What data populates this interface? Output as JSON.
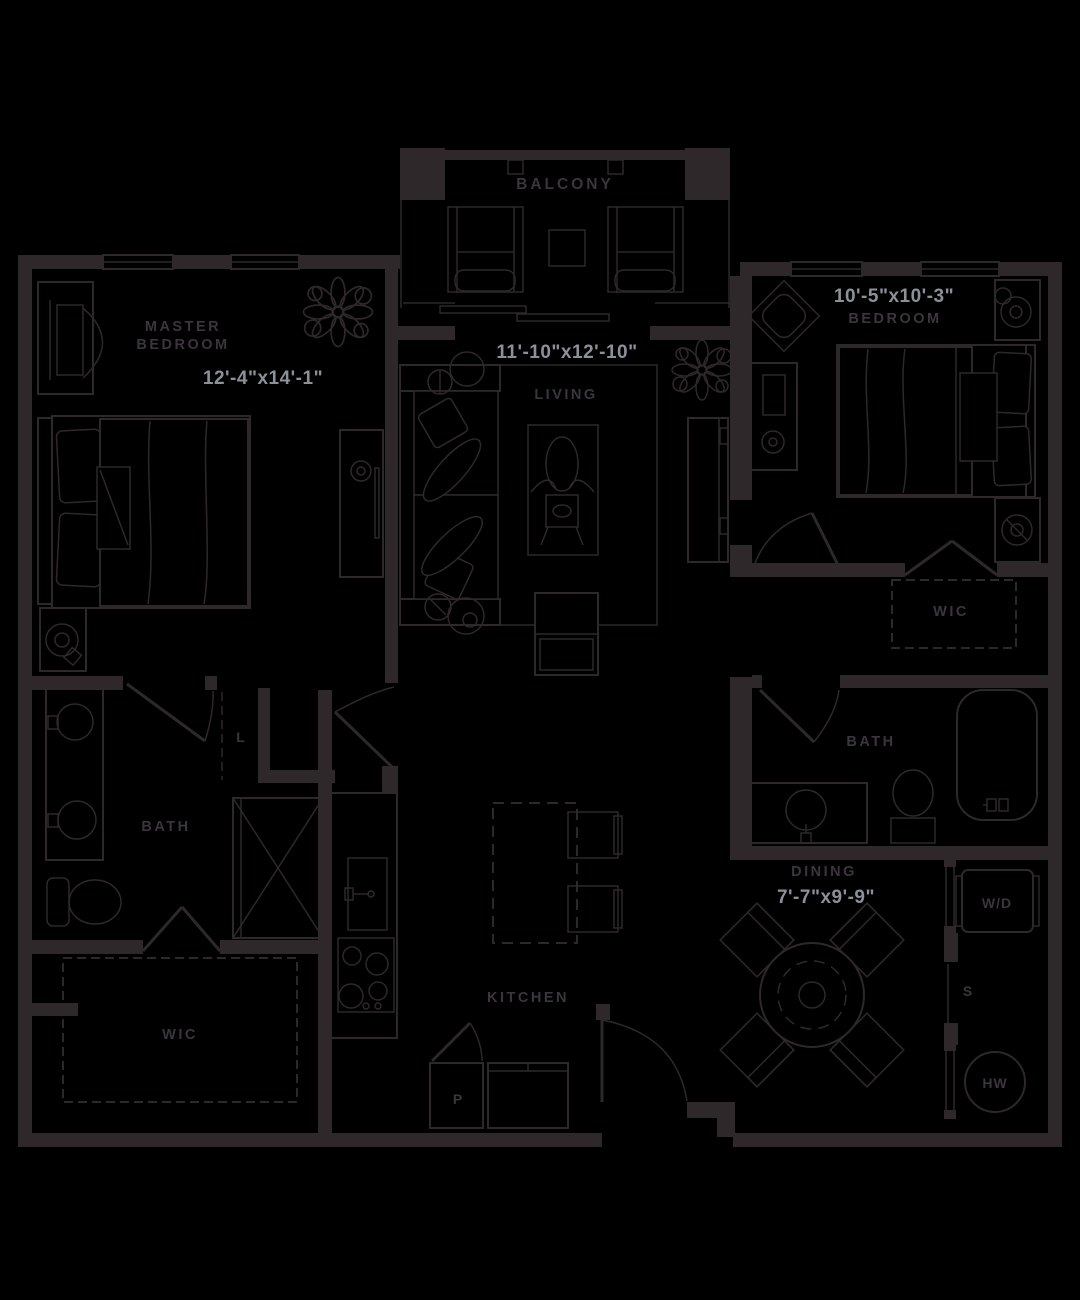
{
  "colors": {
    "background": "#000000",
    "line": "#2e282b",
    "room_label": "#3b353c",
    "dimension_label": "#8b9199"
  },
  "rooms": {
    "balcony": {
      "label": "BALCONY"
    },
    "master_bedroom": {
      "label_line1": "MASTER",
      "label_line2": "BEDROOM",
      "dimensions": "12'-4\"x14'-1\""
    },
    "living": {
      "label": "LIVING",
      "dimensions": "11'-10\"x12'-10\""
    },
    "bedroom": {
      "label": "BEDROOM",
      "dimensions": "10'-5\"x10'-3\""
    },
    "wic_right": {
      "label": "WIC"
    },
    "bath_right": {
      "label": "BATH"
    },
    "bath_left": {
      "label": "BATH"
    },
    "wic_left": {
      "label": "WIC"
    },
    "kitchen": {
      "label": "KITCHEN"
    },
    "dining": {
      "label": "DINING",
      "dimensions": "7'-7\"x9'-9\""
    }
  },
  "closets": {
    "linen": "L",
    "pantry": "P",
    "storage": "S",
    "washer_dryer": "W/D",
    "hot_water": "HW"
  }
}
